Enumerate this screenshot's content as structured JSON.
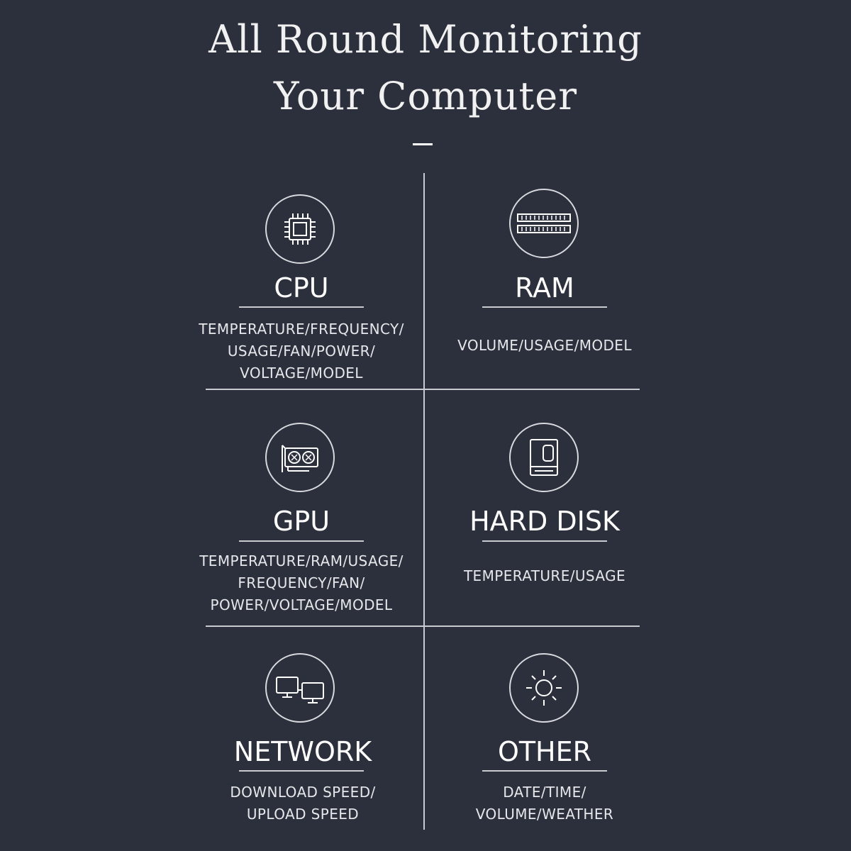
{
  "header": {
    "title_line1": "All Round Monitoring",
    "title_line2": "Your Computer"
  },
  "features": {
    "cpu": {
      "icon": "cpu-chip-icon",
      "label": "CPU",
      "desc_lines": [
        "TEMPERATURE/FREQUENCY/",
        "USAGE/FAN/POWER/",
        "VOLTAGE/MODEL"
      ]
    },
    "ram": {
      "icon": "ram-module-icon",
      "label": "RAM",
      "desc_lines": [
        "VOLUME/USAGE/MODEL"
      ]
    },
    "gpu": {
      "icon": "graphics-card-icon",
      "label": "GPU",
      "desc_lines": [
        "TEMPERATURE/RAM/USAGE/",
        "FREQUENCY/FAN/",
        "POWER/VOLTAGE/MODEL"
      ]
    },
    "disk": {
      "icon": "hard-disk-icon",
      "label": "HARD DISK",
      "desc_lines": [
        "TEMPERATURE/USAGE"
      ]
    },
    "network": {
      "icon": "network-computers-icon",
      "label": "NETWORK",
      "desc_lines": [
        "DOWNLOAD SPEED/",
        "UPLOAD SPEED"
      ]
    },
    "other": {
      "icon": "sun-weather-icon",
      "label": "OTHER",
      "desc_lines": [
        "DATE/TIME/",
        "VOLUME/WEATHER"
      ]
    }
  },
  "colors": {
    "background": "#2c303c",
    "text": "#ffffff",
    "lines": "#c8cad0"
  }
}
